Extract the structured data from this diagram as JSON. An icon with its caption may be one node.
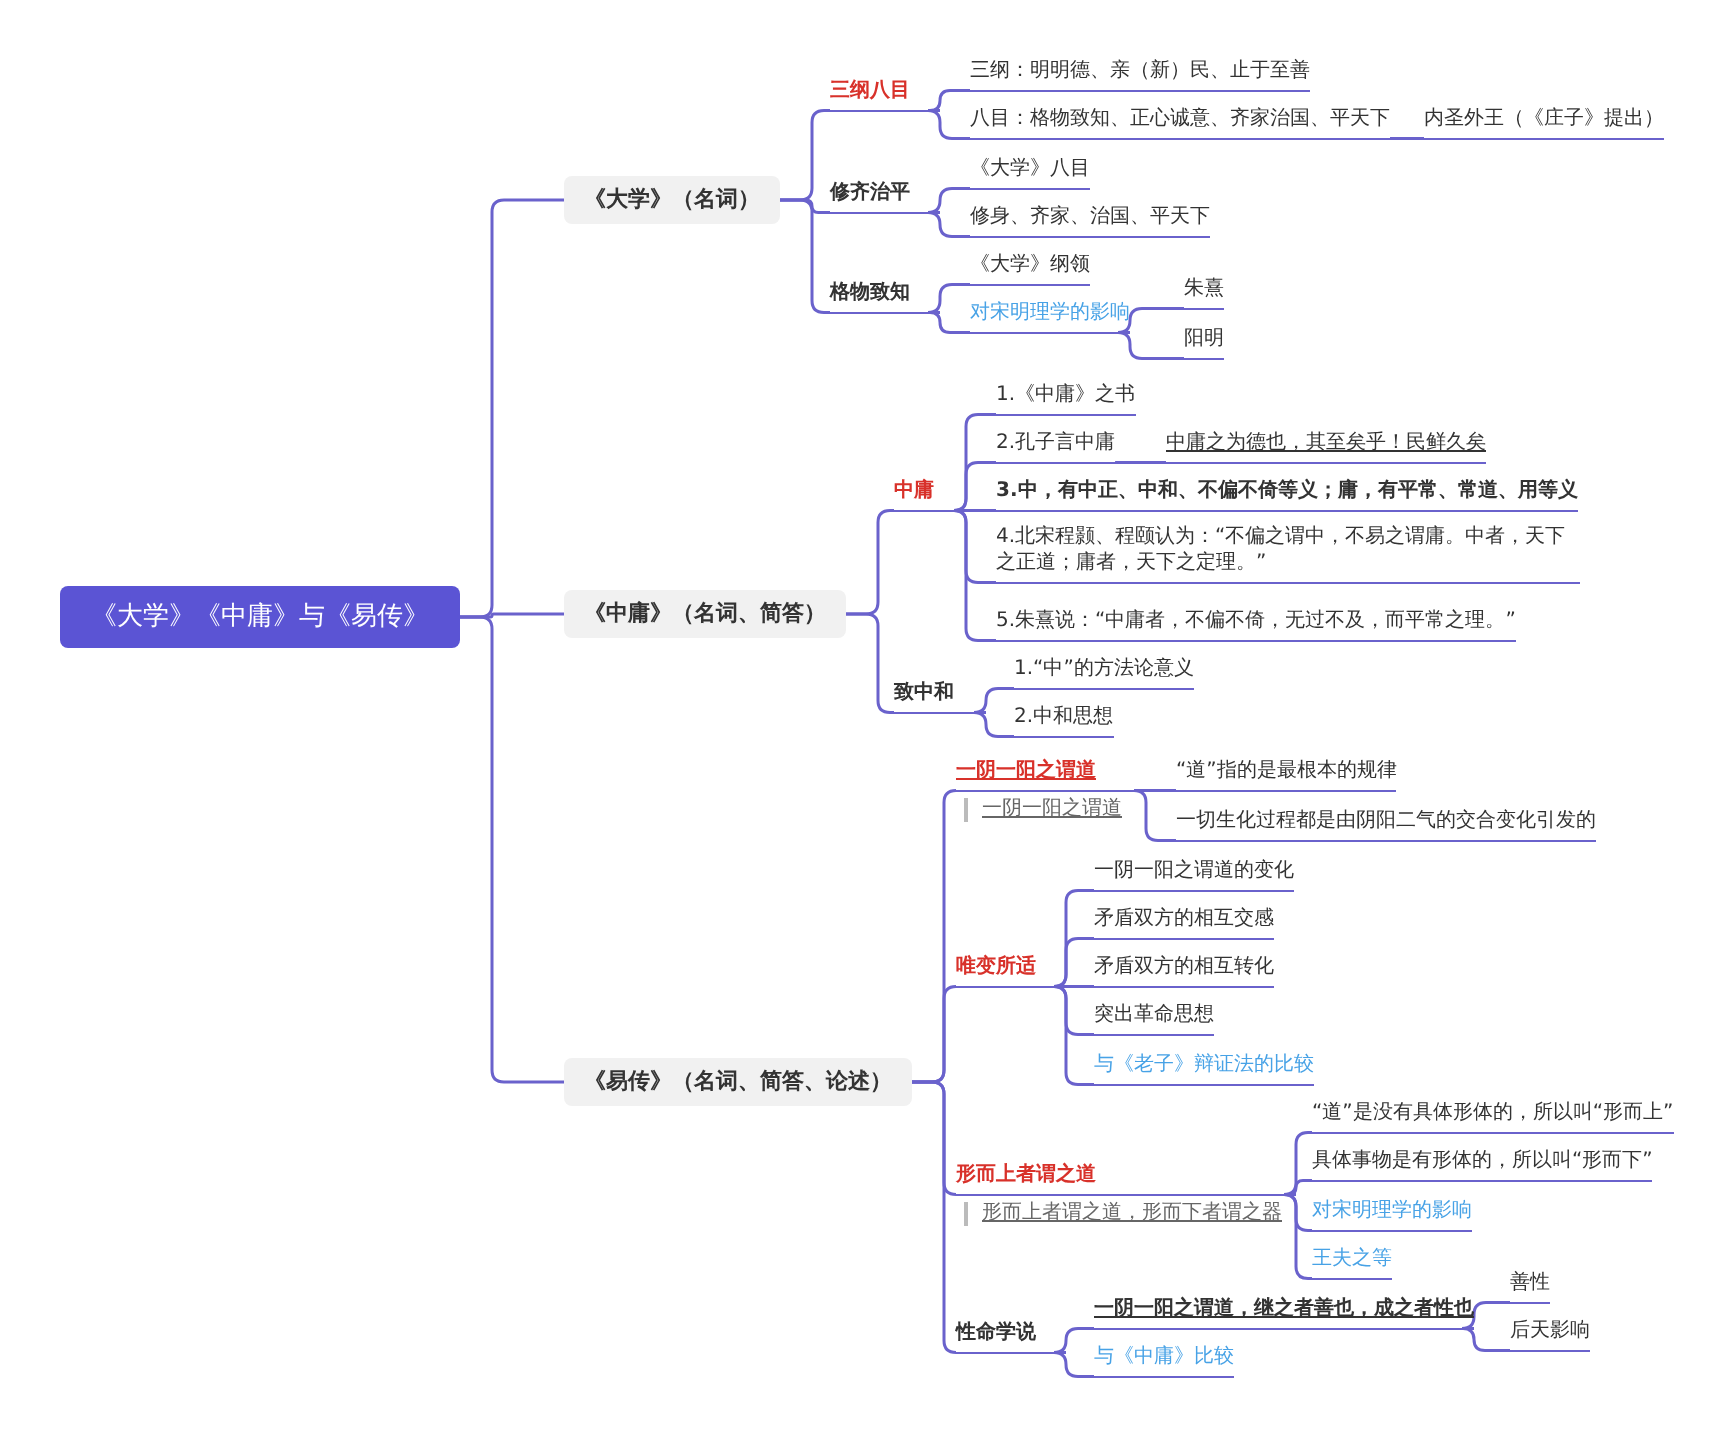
{
  "diagram": {
    "nodes": [
      {
        "text": [
          "《大学》《中庸》与《易传》"
        ]
      },
      {
        "text": [
          "《大学》（名词）"
        ]
      },
      {
        "text": [
          "三纲八目"
        ]
      },
      {
        "text": [
          "三纲：明明德、亲（新）民、止于至善"
        ]
      },
      {
        "text": [
          "八目：格物致知、正心诚意、齐家治国、平天下"
        ]
      },
      {
        "text": [
          "内圣外王（《庄子》提出）"
        ]
      },
      {
        "text": [
          "修齐治平"
        ]
      },
      {
        "text": [
          "《大学》八目"
        ]
      },
      {
        "text": [
          "修身、齐家、治国、平天下"
        ]
      },
      {
        "text": [
          "格物致知"
        ]
      },
      {
        "text": [
          "《大学》纲领"
        ]
      },
      {
        "text": [
          "对宋明理学的影响"
        ]
      },
      {
        "text": [
          "朱熹"
        ]
      },
      {
        "text": [
          "阳明"
        ]
      },
      {
        "text": [
          "《中庸》（名词、简答）"
        ]
      },
      {
        "text": [
          "中庸"
        ]
      },
      {
        "text": [
          "1.《中庸》之书"
        ]
      },
      {
        "text": [
          "2.孔子言中庸"
        ]
      },
      {
        "text": [
          "中庸之为德也，其至矣乎！民鲜久矣"
        ]
      },
      {
        "text": [
          "3.中，有中正、中和、不偏不倚等义；庸，有平常、常道、用等义"
        ]
      },
      {
        "text": [
          "4.北宋程颢、程颐认为：“不偏之谓中，不易之谓庸。中者，天下之正道；庸者，天下之定理。”"
        ]
      },
      {
        "text": [
          "5.朱熹说：“中庸者，不偏不倚，无过不及，而平常之理。”"
        ]
      },
      {
        "text": [
          "致中和"
        ]
      },
      {
        "text": [
          "1.“中”的方法论意义"
        ]
      },
      {
        "text": [
          "2.中和思想"
        ]
      },
      {
        "text": [
          "《易传》（名词、简答、论述）"
        ]
      },
      {
        "text": [
          "一阴一阳之谓道"
        ],
        "beside": [
          "一阴一阳之谓道"
        ]
      },
      {
        "text": [
          "“道”指的是最根本的规律"
        ]
      },
      {
        "text": [
          "一切生化过程都是由阴阳二气的交合变化引发的"
        ]
      },
      {
        "text": [
          "唯变所适"
        ]
      },
      {
        "text": [
          "一阴一阳之谓道的变化"
        ]
      },
      {
        "text": [
          "矛盾双方的相互交感"
        ]
      },
      {
        "text": [
          "矛盾双方的相互转化"
        ]
      },
      {
        "text": [
          "突出革命思想"
        ]
      },
      {
        "text": [
          "与《老子》辩证法的比较"
        ]
      },
      {
        "text": [
          "形而上者谓之道"
        ],
        "beside": [
          "形而上者谓之道，形而下者谓之器"
        ]
      },
      {
        "text": [
          "“道”是没有具体形体的，所以叫“形而上”"
        ]
      },
      {
        "text": [
          "具体事物是有形体的，所以叫“形而下”"
        ]
      },
      {
        "text": [
          "对宋明理学的影响"
        ]
      },
      {
        "text": [
          "王夫之等"
        ]
      },
      {
        "text": [
          "性命学说"
        ]
      },
      {
        "text": [
          "一阴一阳之谓道，继之者善也，成之者性也"
        ]
      },
      {
        "text": [
          "与《中庸》比较"
        ]
      },
      {
        "text": [
          "善性"
        ]
      },
      {
        "text": [
          "后天影响"
        ]
      }
    ],
    "edges": [
      {
        "from": 0,
        "to": 1,
        "arrow": "none"
      },
      {
        "from": 0,
        "to": 14,
        "arrow": "none"
      },
      {
        "from": 0,
        "to": 25,
        "arrow": "none"
      },
      {
        "from": 1,
        "to": 2,
        "arrow": "none"
      },
      {
        "from": 1,
        "to": 6,
        "arrow": "none"
      },
      {
        "from": 1,
        "to": 9,
        "arrow": "none"
      },
      {
        "from": 2,
        "to": 3,
        "arrow": "none"
      },
      {
        "from": 2,
        "to": 4,
        "arrow": "none"
      },
      {
        "from": 4,
        "to": 5,
        "arrow": "none"
      },
      {
        "from": 6,
        "to": 7,
        "arrow": "none"
      },
      {
        "from": 6,
        "to": 8,
        "arrow": "none"
      },
      {
        "from": 9,
        "to": 10,
        "arrow": "none"
      },
      {
        "from": 9,
        "to": 11,
        "arrow": "none"
      },
      {
        "from": 11,
        "to": 12,
        "arrow": "none"
      },
      {
        "from": 11,
        "to": 13,
        "arrow": "none"
      },
      {
        "from": 14,
        "to": 15,
        "arrow": "none"
      },
      {
        "from": 14,
        "to": 22,
        "arrow": "none"
      },
      {
        "from": 15,
        "to": 16,
        "arrow": "none"
      },
      {
        "from": 15,
        "to": 17,
        "arrow": "none"
      },
      {
        "from": 17,
        "to": 18,
        "arrow": "none"
      },
      {
        "from": 15,
        "to": 19,
        "arrow": "none"
      },
      {
        "from": 15,
        "to": 20,
        "arrow": "none"
      },
      {
        "from": 15,
        "to": 21,
        "arrow": "none"
      },
      {
        "from": 22,
        "to": 23,
        "arrow": "none"
      },
      {
        "from": 22,
        "to": 24,
        "arrow": "none"
      },
      {
        "from": 25,
        "to": 26,
        "arrow": "none"
      },
      {
        "from": 25,
        "to": 29,
        "arrow": "none"
      },
      {
        "from": 25,
        "to": 35,
        "arrow": "none"
      },
      {
        "from": 25,
        "to": 40,
        "arrow": "none"
      },
      {
        "from": 26,
        "to": 27,
        "arrow": "none"
      },
      {
        "from": 26,
        "to": 28,
        "arrow": "none"
      },
      {
        "from": 29,
        "to": 30,
        "arrow": "none"
      },
      {
        "from": 29,
        "to": 31,
        "arrow": "none"
      },
      {
        "from": 29,
        "to": 32,
        "arrow": "none"
      },
      {
        "from": 29,
        "to": 33,
        "arrow": "none"
      },
      {
        "from": 29,
        "to": 34,
        "arrow": "none"
      },
      {
        "from": 35,
        "to": 36,
        "arrow": "none"
      },
      {
        "from": 35,
        "to": 37,
        "arrow": "none"
      },
      {
        "from": 35,
        "to": 38,
        "arrow": "none"
      },
      {
        "from": 35,
        "to": 39,
        "arrow": "none"
      },
      {
        "from": 40,
        "to": 41,
        "arrow": "none"
      },
      {
        "from": 40,
        "to": 42,
        "arrow": "none"
      },
      {
        "from": 41,
        "to": 43,
        "arrow": "none"
      },
      {
        "from": 41,
        "to": 44,
        "arrow": "none"
      }
    ]
  }
}
